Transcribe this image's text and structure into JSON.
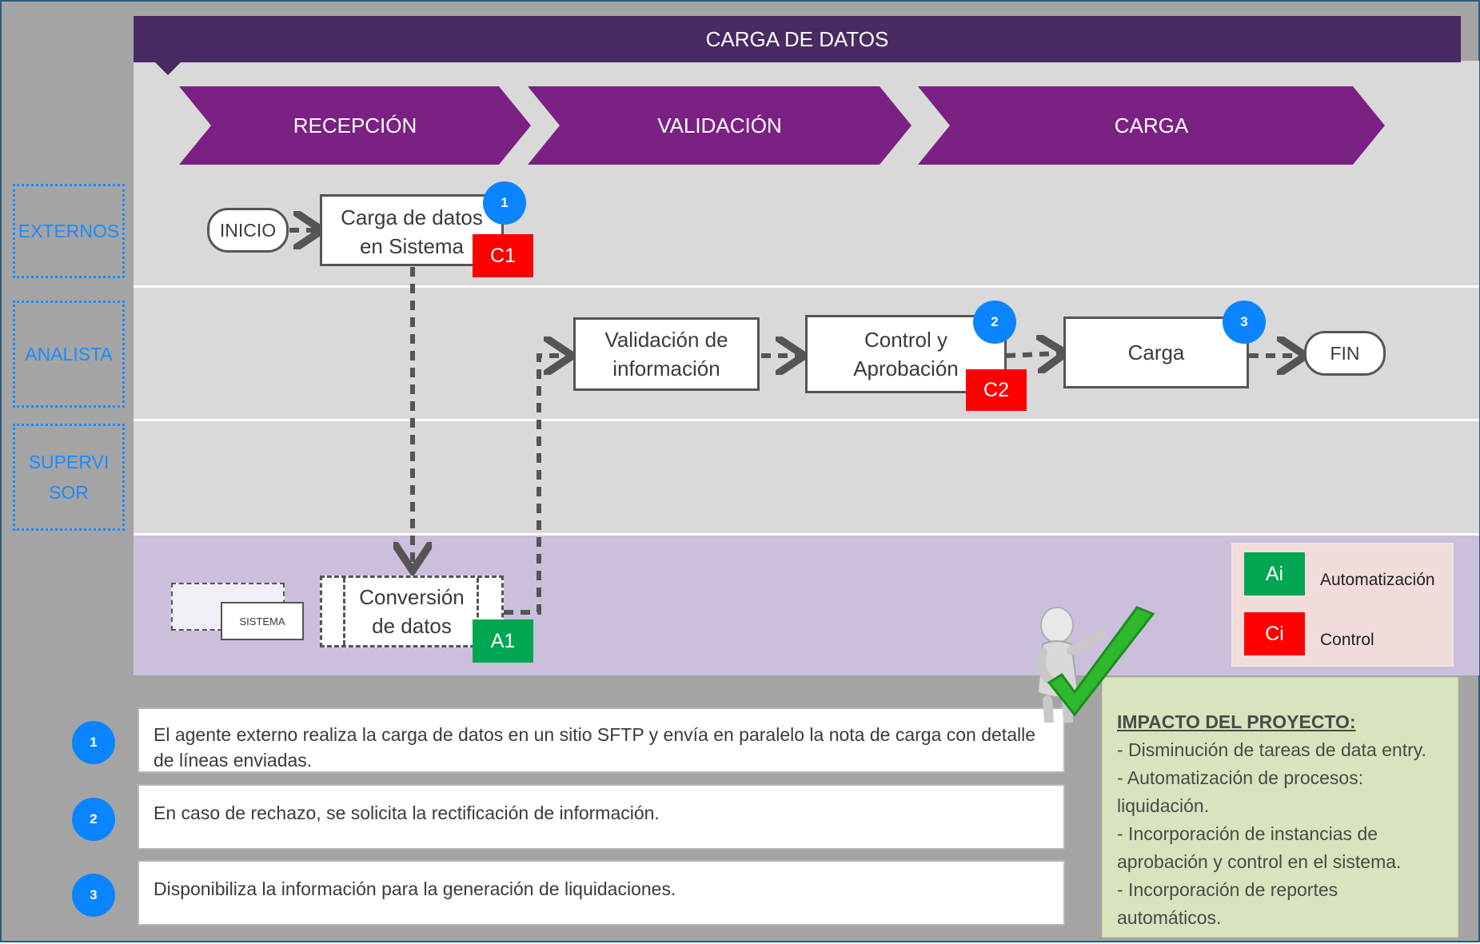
{
  "diagram": {
    "title": "CARGA DE DATOS",
    "stages": [
      "RECEPCIÓN",
      "VALIDACIÓN",
      "CARGA"
    ],
    "lanes": [
      "EXTERNOS",
      "ANALISTA",
      "SUPERVI\nSOR"
    ],
    "system_legend_label": "SISTEMA",
    "nodes": {
      "start": "INICIO",
      "carga_datos": "Carga de datos en Sistema",
      "conversion": "Conversión de datos",
      "validacion": "Validación de información",
      "control": "Control y Aprobación",
      "carga": "Carga",
      "end": "FIN"
    },
    "badges": {
      "b1": "1",
      "b2": "2",
      "b3": "3"
    },
    "tags": {
      "c1": "C1",
      "c2": "C2",
      "a1": "A1"
    }
  },
  "legend": {
    "automation_tag": "Ai",
    "automation_label": "Automatización",
    "control_tag": "Ci",
    "control_label": "Control"
  },
  "notes": [
    {
      "number": "1",
      "text": "El agente externo realiza la carga de datos en un sitio SFTP y envía en paralelo la nota de carga con detalle de líneas enviadas."
    },
    {
      "number": "2",
      "text": "En caso de rechazo, se solicita la rectificación de información."
    },
    {
      "number": "3",
      "text": "Disponibiliza la información para la generación de liquidaciones."
    }
  ],
  "impact": {
    "title": "IMPACTO DEL PROYECTO:",
    "items": [
      "- Disminución de tareas de data entry.",
      "- Automatización de procesos: liquidación.",
      "- Incorporación de instancias de aprobación y control en el sistema.",
      "- Incorporación de reportes automáticos."
    ]
  },
  "colors": {
    "header": "#4a2a62",
    "stage": "#7b2183",
    "lane_label": "#1a8cff",
    "badge": "#0a84ff",
    "control": "#ff0000",
    "automation": "#00a651",
    "system_band": "#cbbfdc",
    "impact_bg": "#d7e4bd"
  }
}
